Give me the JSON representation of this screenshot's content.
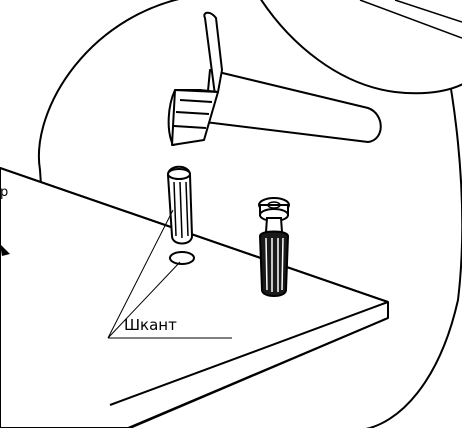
{
  "diagram": {
    "callout_label": "Шкант",
    "edge_fragment": "р"
  },
  "parts": [
    {
      "name": "hammer-icon"
    },
    {
      "name": "wooden-dowel"
    },
    {
      "name": "dowel-hole"
    },
    {
      "name": "cam-lock-bolt"
    },
    {
      "name": "board-panel"
    }
  ],
  "colors": {
    "stroke": "#000000",
    "fill": "#ffffff",
    "dark": "#1a1a1a"
  }
}
